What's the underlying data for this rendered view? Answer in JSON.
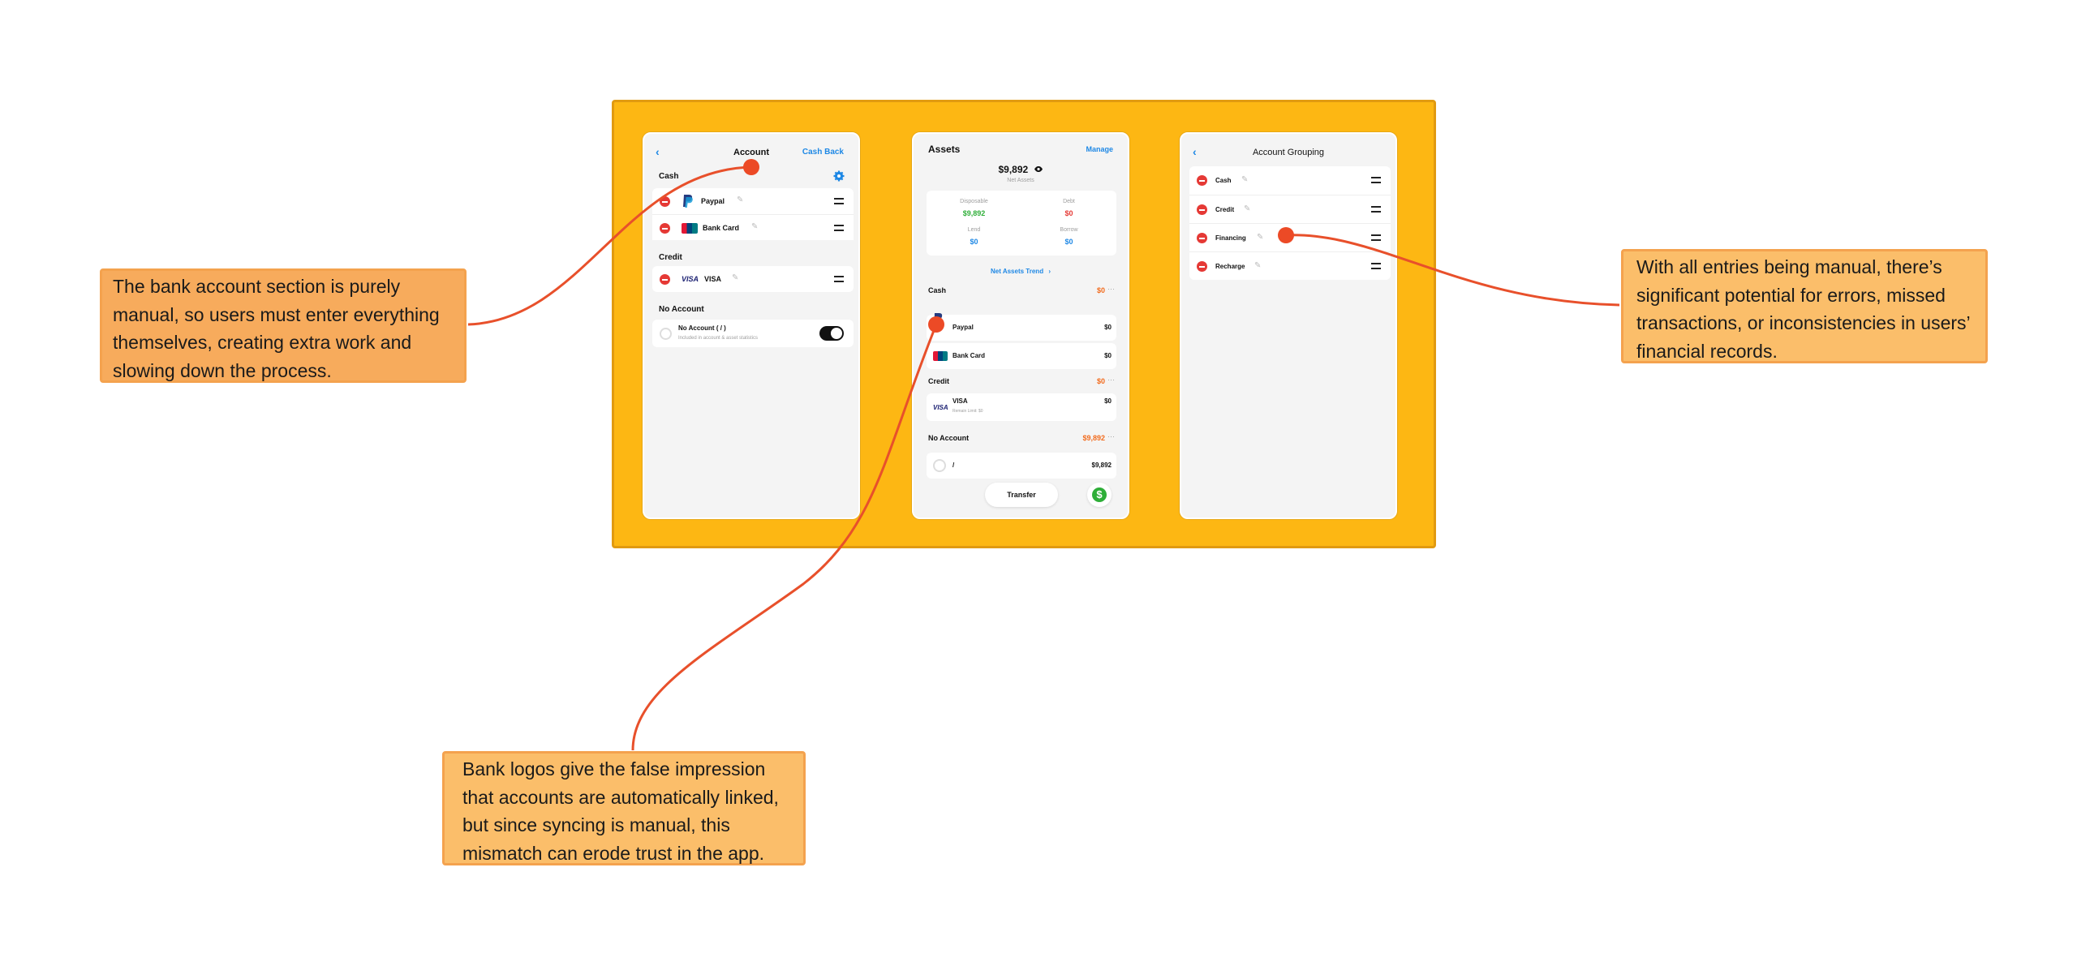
{
  "screen1": {
    "back_icon": "chevron-left-icon",
    "title": "Account",
    "right_action": "Cash Back",
    "settings_icon": "gear-icon",
    "sections": [
      {
        "label": "Cash",
        "items": [
          {
            "label": "Paypal",
            "logo": "paypal-logo"
          },
          {
            "label": "Bank Card",
            "logo": "bank-card-logo"
          }
        ]
      },
      {
        "label": "Credit",
        "items": [
          {
            "label": "VISA",
            "logo_text": "VISA"
          }
        ]
      },
      {
        "label": "No Account",
        "items": [
          {
            "label": "No Account ( / )",
            "sublabel": "Included in account & asset statistics",
            "toggle_on": true
          }
        ]
      }
    ]
  },
  "screen2": {
    "title": "Assets",
    "manage": "Manage",
    "net_assets_value": "$9,892",
    "net_assets_label": "Net Assets",
    "eye_icon": "eye-icon",
    "summary": {
      "disposable_label": "Disposable",
      "disposable_value": "$9,892",
      "debt_label": "Debt",
      "debt_value": "$0",
      "lend_label": "Lend",
      "lend_value": "$0",
      "borrow_label": "Borrow",
      "borrow_value": "$0"
    },
    "trend_link": "Net Assets Trend",
    "groups": [
      {
        "label": "Cash",
        "total": "$0",
        "rows": [
          {
            "label": "Paypal",
            "value": "$0"
          },
          {
            "label": "Bank Card",
            "value": "$0"
          }
        ]
      },
      {
        "label": "Credit",
        "total": "$0",
        "rows": [
          {
            "label": "VISA",
            "sublabel": "Remain Limit: $0",
            "value": "$0"
          }
        ]
      },
      {
        "label": "No Account",
        "total": "$9,892",
        "rows": [
          {
            "label": "/",
            "value": "$9,892"
          }
        ]
      }
    ],
    "ellipsis": "···",
    "transfer_button": "Transfer",
    "fab_icon": "dollar-icon",
    "colors": {
      "positive": "#2EAE38",
      "negative": "#E53935",
      "neutral": "#1E88E5",
      "accent": "#F26B1D"
    }
  },
  "screen3": {
    "back_icon": "chevron-left-icon",
    "title": "Account Grouping",
    "items": [
      "Cash",
      "Credit",
      "Financing",
      "Recharge"
    ]
  },
  "callouts": {
    "left": "The bank account section is purely manual, so users must enter everything themselves, creating extra work and slowing down the process.",
    "bottom": "Bank logos give the false impression that accounts are automatically linked, but since syncing is manual, this mismatch can erode trust in the app.",
    "right": "With all entries being manual, there’s significant potential for errors, missed transactions, or inconsistencies in users’ financial records."
  },
  "colors": {
    "board": "#FDB713",
    "callout": "#FBBE6A",
    "connector": "#E8502B",
    "link": "#1E88E5",
    "delete": "#E53935"
  }
}
